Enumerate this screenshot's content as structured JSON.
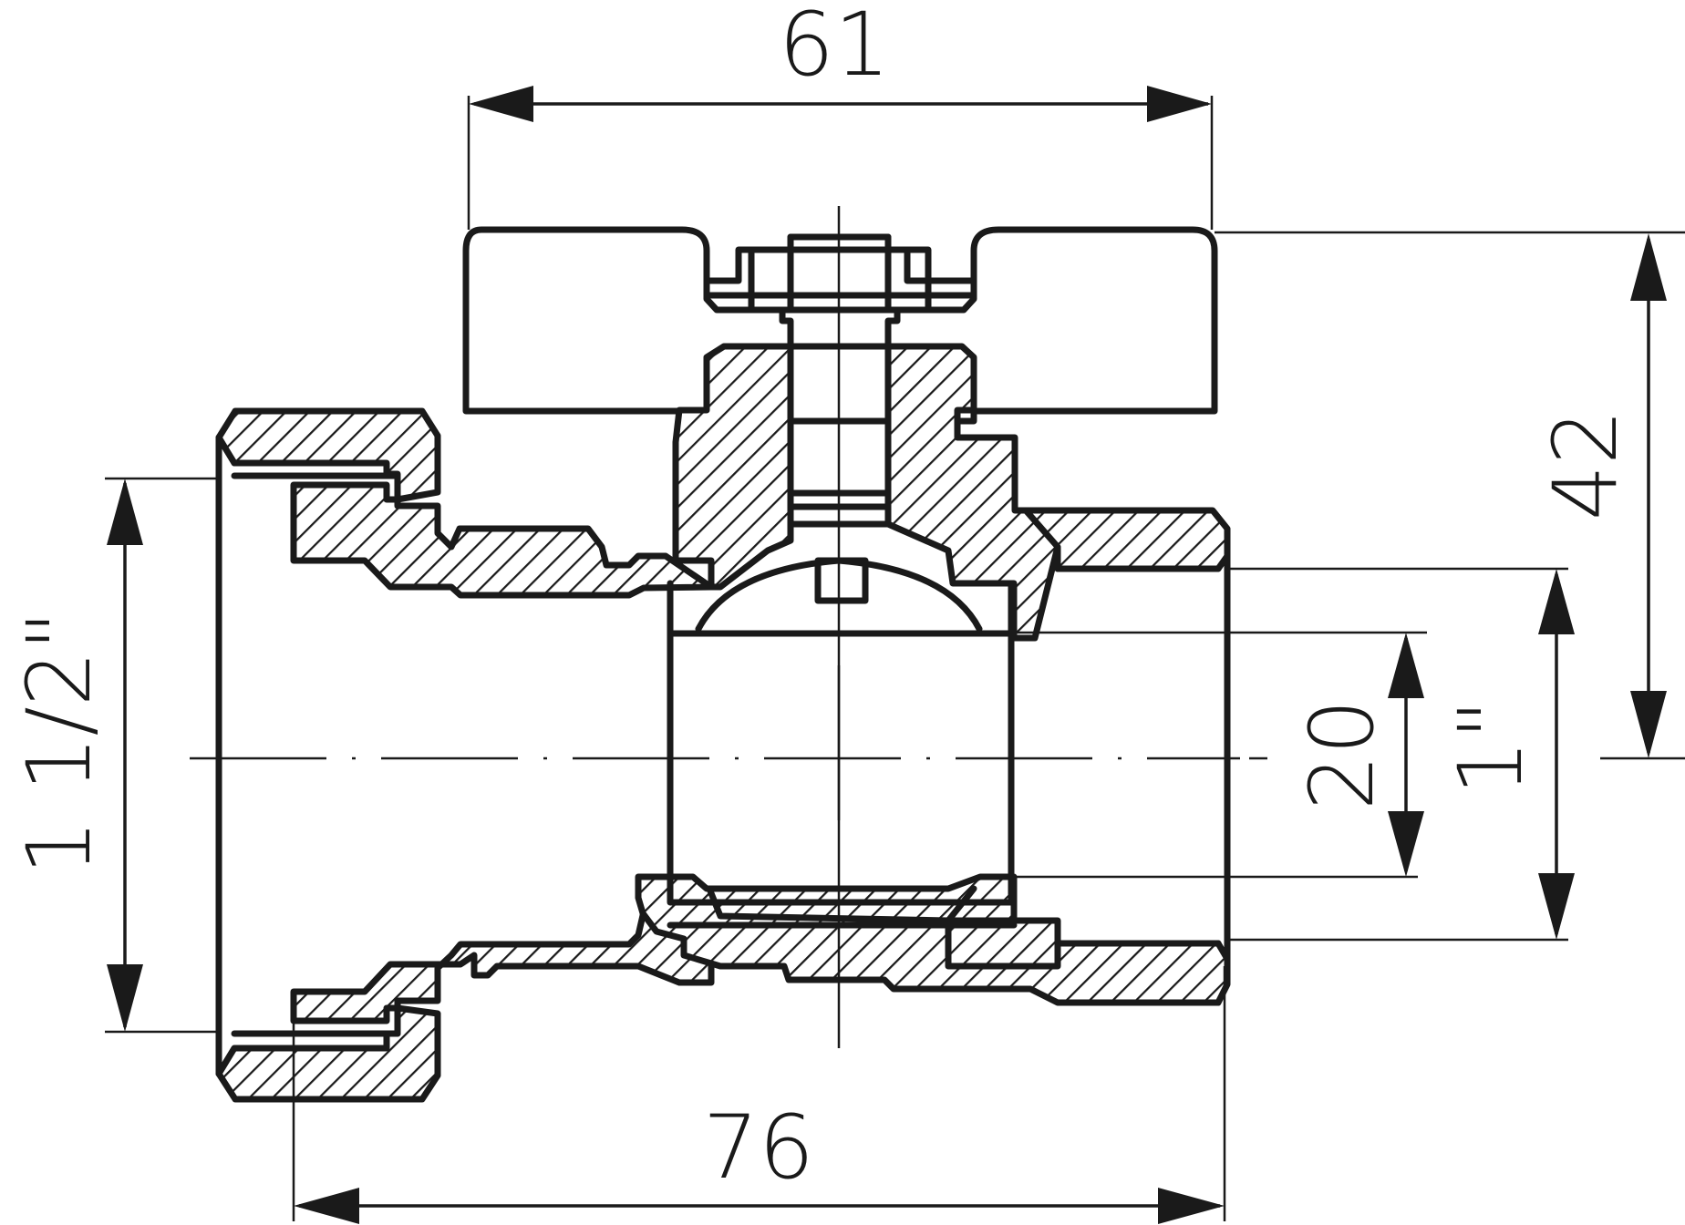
{
  "dimensions": {
    "handle_width": "61",
    "height_to_axis": "42",
    "thread_left": "1 1/2\"",
    "bore": "20",
    "thread_right": "1\"",
    "overall_length": "76"
  }
}
